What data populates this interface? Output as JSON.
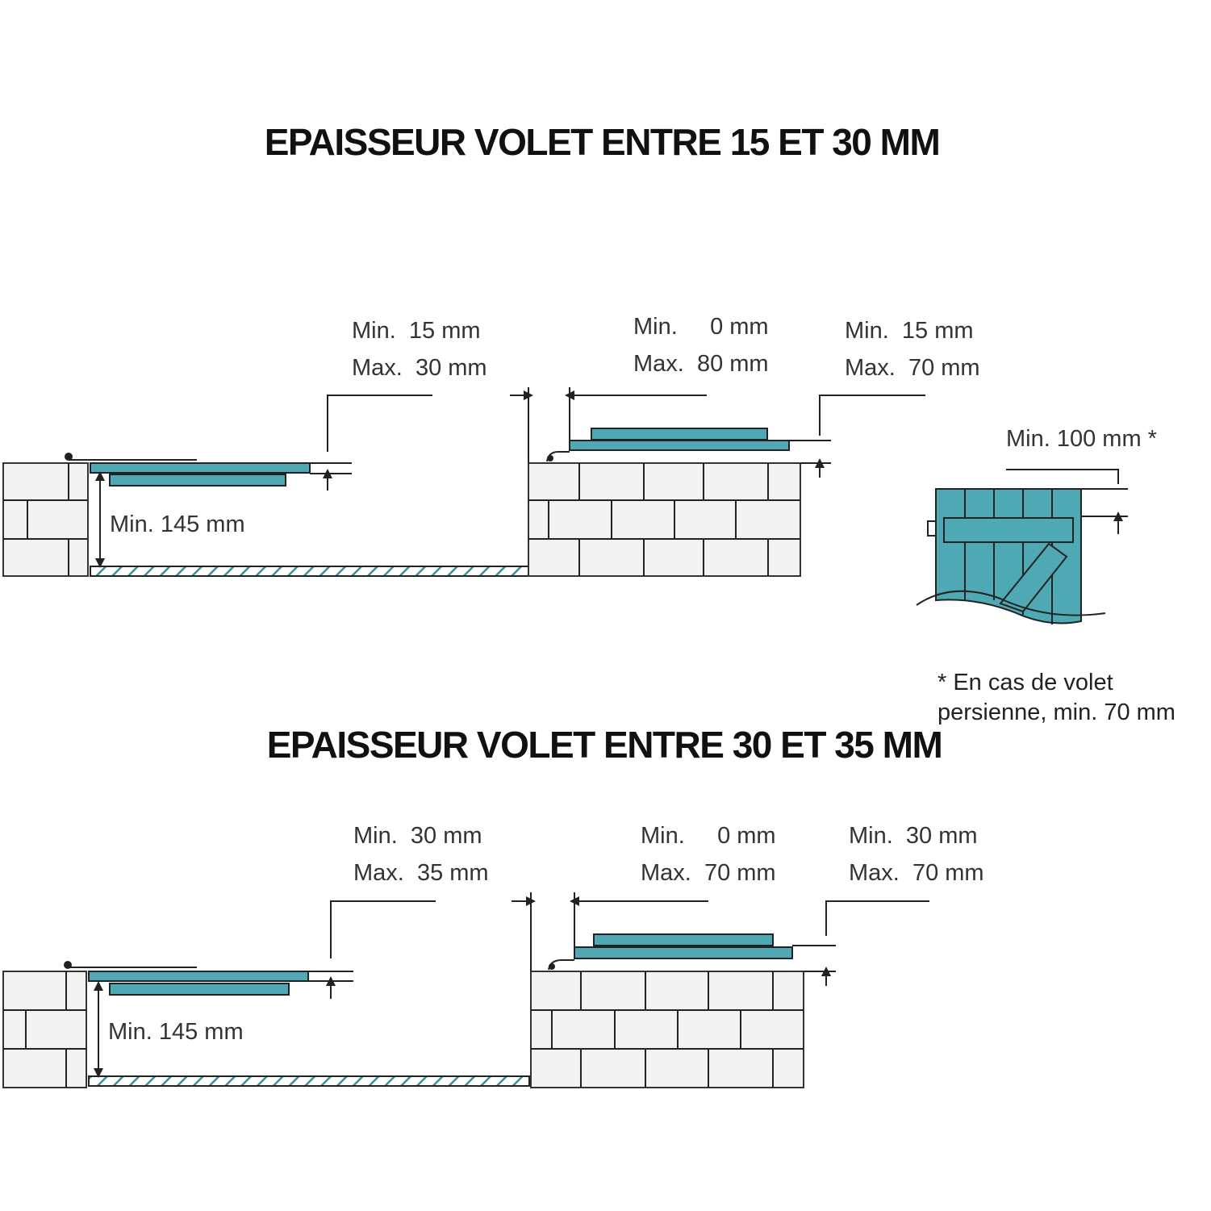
{
  "diagram_1": {
    "title": "EPAISSEUR VOLET ENTRE 15 ET 30 MM",
    "label_left": [
      "Min.  15 mm",
      "Max.  30 mm"
    ],
    "label_middle": [
      "Min.     0 mm",
      "Max.  80 mm"
    ],
    "label_right": [
      "Min.  15 mm",
      "Max.  70 mm"
    ],
    "label_depth": "Min. 145 mm"
  },
  "diagram_2": {
    "title": "EPAISSEUR VOLET ENTRE 30 ET 35 MM",
    "label_left": [
      "Min.  30 mm",
      "Max.  35 mm"
    ],
    "label_middle": [
      "Min.     0 mm",
      "Max.  70 mm"
    ],
    "label_right": [
      "Min.  30 mm",
      "Max.  70 mm"
    ],
    "label_depth": "Min. 145 mm"
  },
  "shutter_detail": {
    "label": "Min. 100 mm *",
    "footnote": [
      "* En cas de volet",
      "persienne, min. 70 mm"
    ]
  },
  "colors": {
    "panel": "#4fa9b5",
    "brick": "#f2f2f2",
    "line": "#222222"
  }
}
